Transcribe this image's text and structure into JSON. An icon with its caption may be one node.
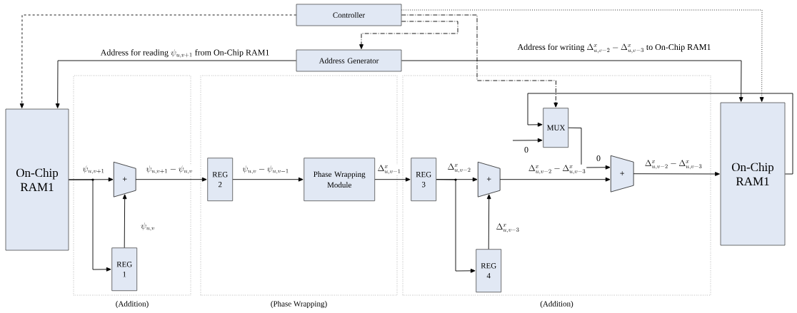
{
  "diagram": {
    "nodes": [
      {
        "text": [
          "Controller"
        ]
      },
      {
        "text": [
          "Address Generator"
        ]
      },
      {
        "text": [
          "On-Chip RAM1"
        ]
      },
      {
        "text": [
          "(Addition)"
        ]
      },
      {
        "text": [
          "+"
        ],
        "in": 3
      },
      {
        "text": [
          "REG 1"
        ],
        "in": 3
      },
      {
        "text": [
          "(Phase Wrapping)"
        ]
      },
      {
        "text": [
          "REG 2"
        ],
        "in": 6
      },
      {
        "text": [
          "Phase Wrapping Module"
        ],
        "in": 6
      },
      {
        "text": [
          "(Addition)"
        ]
      },
      {
        "text": [
          "REG 3"
        ],
        "in": 9
      },
      {
        "text": [
          "+"
        ],
        "in": 9
      },
      {
        "text": [
          "REG 4"
        ],
        "in": 9
      },
      {
        "text": [
          "MUX"
        ],
        "in": 9
      },
      {
        "text": [
          "+"
        ],
        "in": 9
      },
      {
        "text": [
          "On-Chip RAM1"
        ]
      }
    ],
    "edges": [
      {
        "from": 0,
        "to": 2,
        "arrow": "to",
        "style": "dashed"
      },
      {
        "from": 1,
        "to": 2,
        "arrow": "to",
        "label": "\\mbox{Address for reading }\\psi_{u,v+1}\\mbox{ from On-Chip RAM1}"
      },
      {
        "from": 0,
        "to": 1,
        "arrow": "to",
        "style": "dashed"
      },
      {
        "from": 0,
        "to": 13,
        "arrow": "to",
        "style": "dashed"
      },
      {
        "from": 0,
        "to": 15,
        "arrow": "to",
        "style": "dashed"
      },
      {
        "from": 1,
        "to": 15,
        "arrow": "to",
        "label": "\\mbox{Address for writing }\\Delta^{x}_{u,v-2}-\\Delta^{x}_{u,v-3}\\mbox{ to On-Chip RAM1}"
      },
      {
        "from": 2,
        "to": 4,
        "arrow": "to",
        "label": "\\psi_{u,v+1}"
      },
      {
        "from": 2,
        "to": 5,
        "arrow": "to"
      },
      {
        "from": 5,
        "to": 4,
        "arrow": "to",
        "label": "\\psi_{u,v}"
      },
      {
        "from": 4,
        "to": 7,
        "arrow": "to",
        "label": "\\psi_{u,v+1}-\\psi_{u,v}"
      },
      {
        "from": 7,
        "to": 8,
        "arrow": "to",
        "label": "\\psi_{u,v}-\\psi_{u,v-1}"
      },
      {
        "from": 8,
        "to": 10,
        "arrow": "to",
        "label": "\\Delta^{x}_{u,v-1}"
      },
      {
        "from": 10,
        "to": 11,
        "arrow": "to",
        "label": "\\Delta^{x}_{u,v-2}"
      },
      {
        "from": 10,
        "to": 12,
        "arrow": "to"
      },
      {
        "from": 12,
        "to": 11,
        "arrow": "to",
        "label": "\\Delta^{x}_{u,v-3}"
      },
      {
        "from": 11,
        "to": 14,
        "arrow": "to",
        "label": "\\Delta^{x}_{u,v-2}-\\Delta^{x}_{u,v-3}"
      },
      {
        "from": 14,
        "to": 15,
        "arrow": "to",
        "label": "\\Delta^{x}_{u,v-2}-\\Delta^{x}_{u,v-3}"
      },
      {
        "from": 15,
        "to": 13,
        "arrow": "to"
      },
      {
        "from": null,
        "to": 13,
        "arrow": "to",
        "label": "0"
      },
      {
        "from": 13,
        "to": 14,
        "arrow": "to",
        "label": "0"
      }
    ]
  }
}
